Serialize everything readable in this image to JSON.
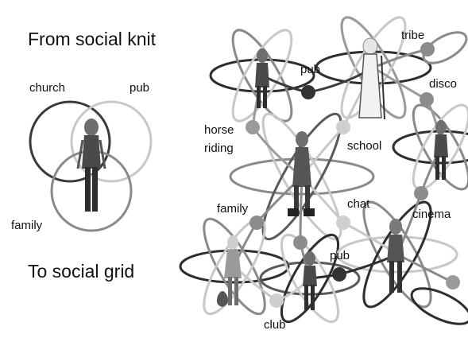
{
  "titles": {
    "top": "From social knit",
    "bottom": "To social grid"
  },
  "knit": {
    "labels": [
      "church",
      "pub",
      "family"
    ]
  },
  "grid": {
    "labels": [
      "tribe",
      "pub",
      "disco",
      "horse",
      "riding",
      "school",
      "family",
      "chat",
      "cinema",
      "pub",
      "club"
    ]
  },
  "colors": {
    "dark_ring": "#3a3a3a",
    "mid_ring": "#8a8a8a",
    "light_ring": "#c8c8c8",
    "dark_node": "#333333",
    "mid_node": "#8c8c8c",
    "light_node": "#cfcfcf"
  }
}
